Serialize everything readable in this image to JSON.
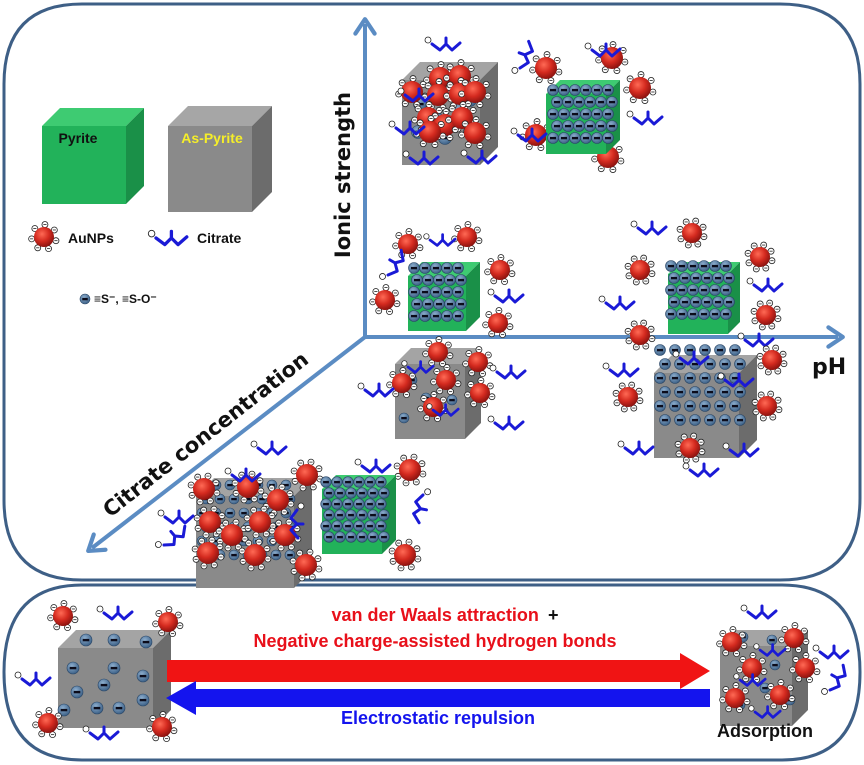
{
  "legend": {
    "pyrite_label": "Pyrite",
    "as_pyrite_label": "As-Pyrite",
    "aunp_label": "AuNPs",
    "citrate_label": "Citrate",
    "surface_site_label": "≡S⁻, ≡S-O⁻"
  },
  "axes": {
    "y_label": "Ionic strength",
    "x_label": "pH",
    "z_label": "Citrate concentration"
  },
  "bottom_panel": {
    "attraction_line1": "van der Waals attraction",
    "attraction_plus": "+",
    "attraction_line2": "Negative charge-assisted hydrogen bonds",
    "repulsion_label": "Electrostatic repulsion",
    "result_label": "Adsorption"
  },
  "colors": {
    "frame": "#3e5f86",
    "axis": "#5b8cc3",
    "pyrite": "#22b25a",
    "as_pyrite": "#8a8a8a",
    "aunp": "#d42a1f",
    "citrate": "#1a1ad6",
    "attraction": "#e8101a",
    "repulsion": "#1010e8"
  }
}
